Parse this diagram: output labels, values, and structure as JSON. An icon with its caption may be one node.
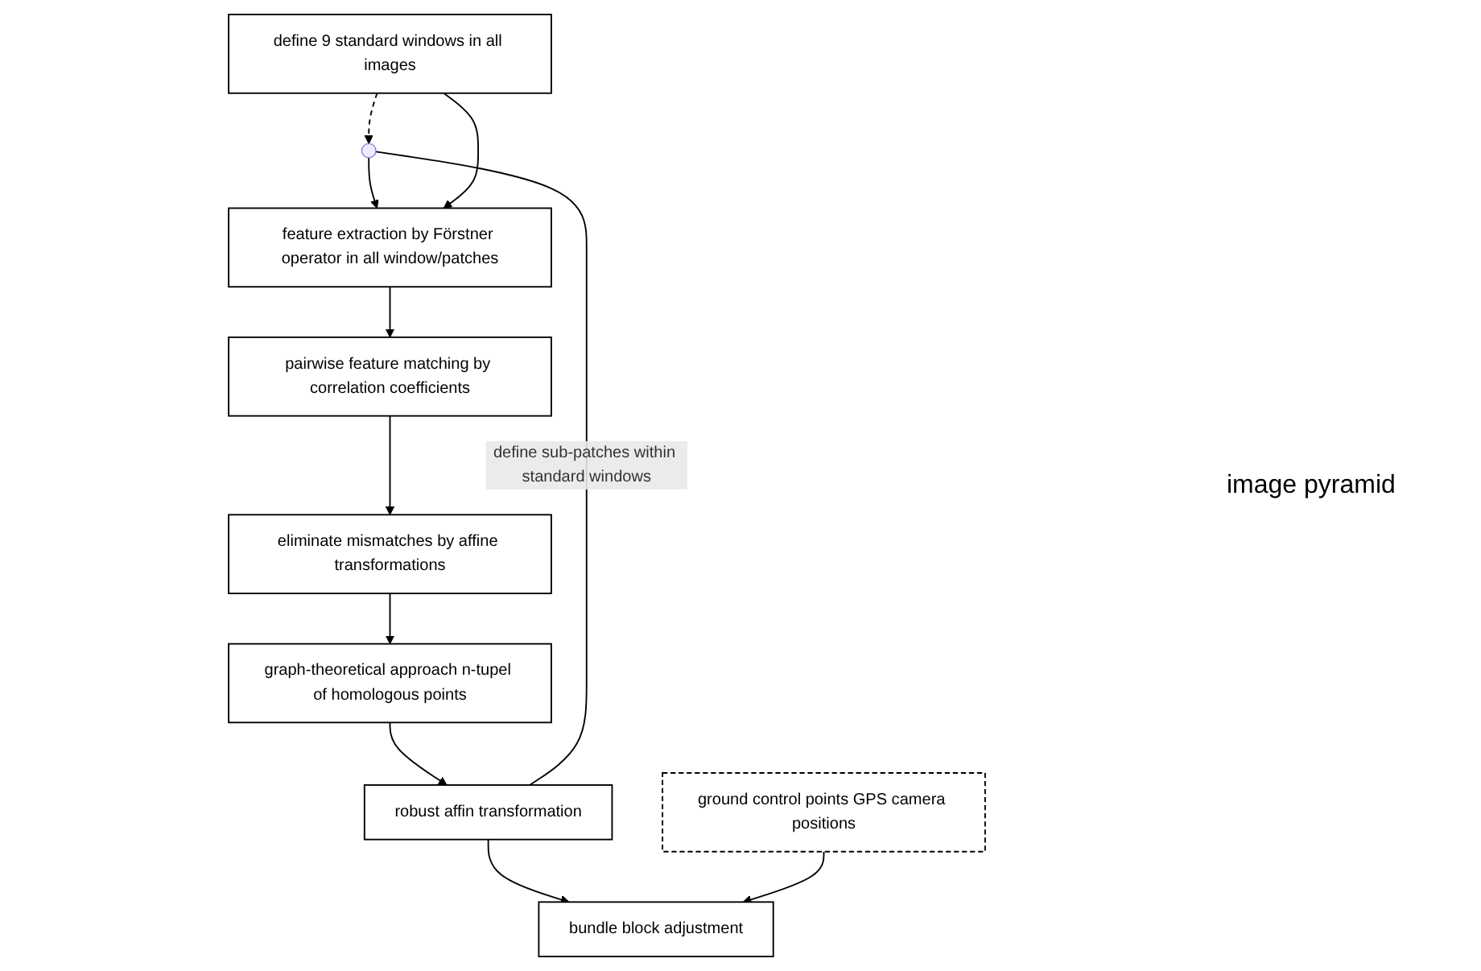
{
  "diagram": {
    "nodes": [
      {
        "text": [
          "define 9 standard windows in all images"
        ]
      },
      {
        "text": [],
        "shape": "circle"
      },
      {
        "text": [
          "feature extraction by Förstner operator in all window/patches"
        ]
      },
      {
        "text": [
          "pairwise feature matching by correlation coefficients"
        ]
      },
      {
        "text": [
          "eliminate mismatches by affine transformations"
        ]
      },
      {
        "text": [
          "graph-theoretical approach n-tupel of homologous points"
        ]
      },
      {
        "text": [
          "robust affin transformation"
        ]
      },
      {
        "text": [
          "ground control points GPS camera positions"
        ]
      },
      {
        "text": [
          "bundle block adjustment"
        ]
      }
    ],
    "edges": [
      {
        "from": 0,
        "to": 1,
        "arrow": "to",
        "style": "dashed"
      },
      {
        "from": 1,
        "to": 2,
        "arrow": "to"
      },
      {
        "from": 0,
        "to": 2,
        "arrow": "to"
      },
      {
        "from": 2,
        "to": 3,
        "arrow": "to"
      },
      {
        "from": 3,
        "to": 4,
        "arrow": "to"
      },
      {
        "from": 4,
        "to": 5,
        "arrow": "to"
      },
      {
        "from": 5,
        "to": 6,
        "arrow": "to"
      },
      {
        "from": 6,
        "to": 8,
        "arrow": "to"
      },
      {
        "from": 7,
        "to": 8,
        "arrow": "to"
      },
      {
        "from": 6,
        "to": 1,
        "arrow": "none",
        "label": "define sub-patches within standard windows"
      }
    ],
    "labels": [
      "image pyramid"
    ]
  }
}
